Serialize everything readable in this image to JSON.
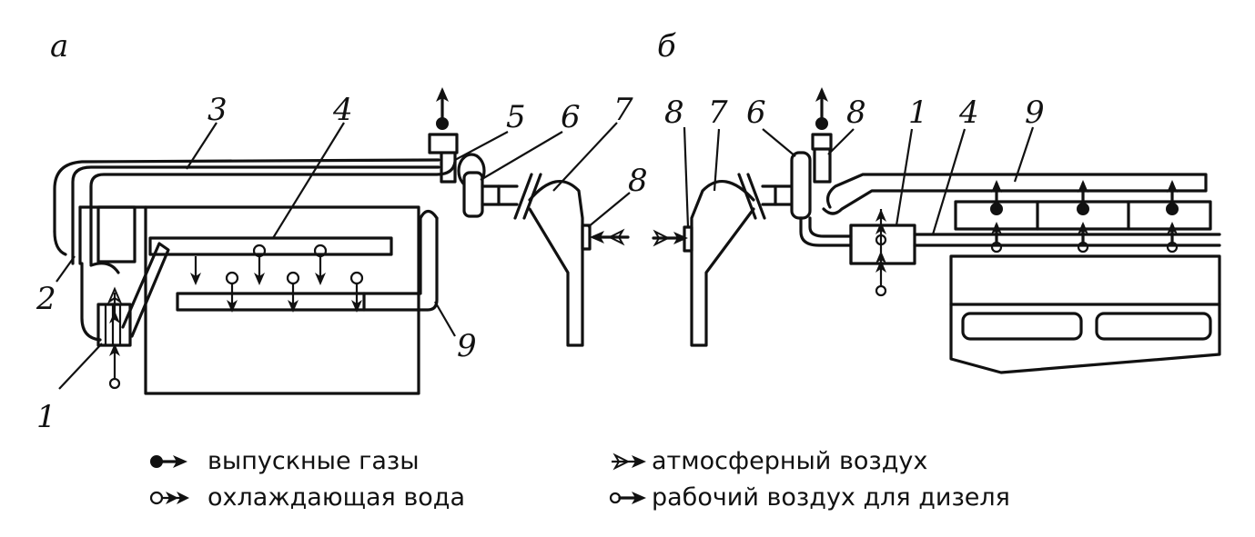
{
  "panel_a": {
    "letter": "а",
    "labels": {
      "l1": "1",
      "l2": "2",
      "l3": "3",
      "l4": "4",
      "l5": "5",
      "l6": "6",
      "l7": "7",
      "l8": "8",
      "l9": "9"
    }
  },
  "panel_b": {
    "letter": "б",
    "labels": {
      "l8a": "8",
      "l7": "7",
      "l6": "6",
      "l8b": "8",
      "l1": "1",
      "l4": "4",
      "l9": "9"
    }
  },
  "legend": {
    "exhaust": "выпускные газы",
    "cooling_water": "охлаждающая вода",
    "atmospheric_air": "атмосферный воздух",
    "working_air": "рабочий воздух для дизеля"
  }
}
